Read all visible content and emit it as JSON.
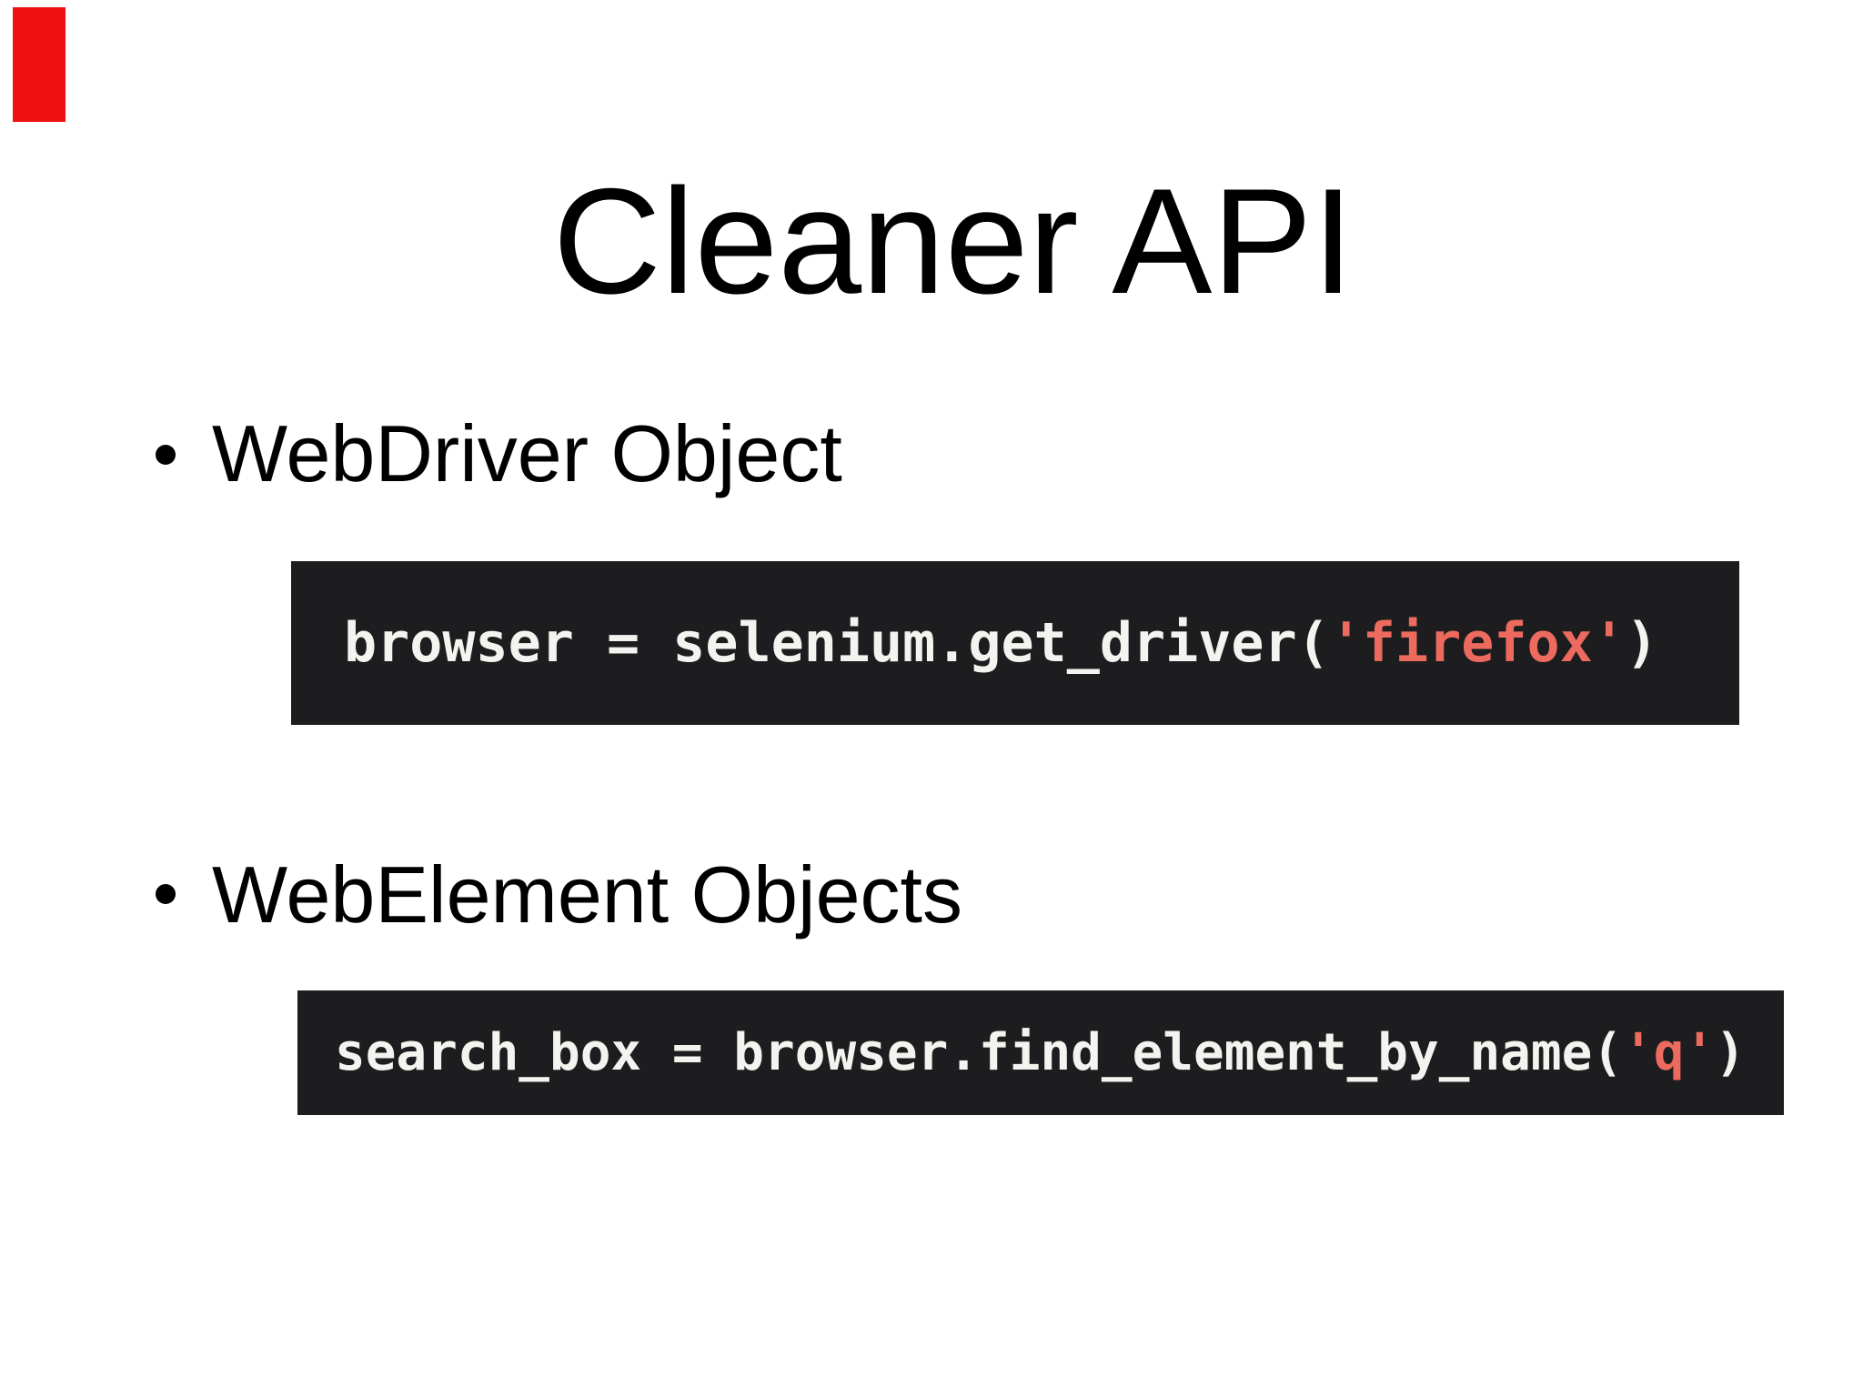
{
  "slide": {
    "title": "Cleaner API",
    "bullets": [
      {
        "label": "WebDriver Object"
      },
      {
        "label": "WebElement Objects"
      }
    ],
    "code_blocks": [
      {
        "segments": [
          {
            "text": "browser = selenium.get_driver(",
            "type": "code"
          },
          {
            "text": "'firefox'",
            "type": "string"
          },
          {
            "text": ")",
            "type": "code"
          }
        ]
      },
      {
        "segments": [
          {
            "text": "search_box = browser.find_element_by_name(",
            "type": "code"
          },
          {
            "text": "'q'",
            "type": "string"
          },
          {
            "text": ")",
            "type": "code"
          }
        ]
      }
    ],
    "colors": {
      "background": "#ffffff",
      "slide_text": "#000000",
      "code_background": "#1d1d1f",
      "code_text": "#f5f3ef",
      "code_string": "#ed6a5e",
      "corner_marker": "#ee1111"
    }
  }
}
